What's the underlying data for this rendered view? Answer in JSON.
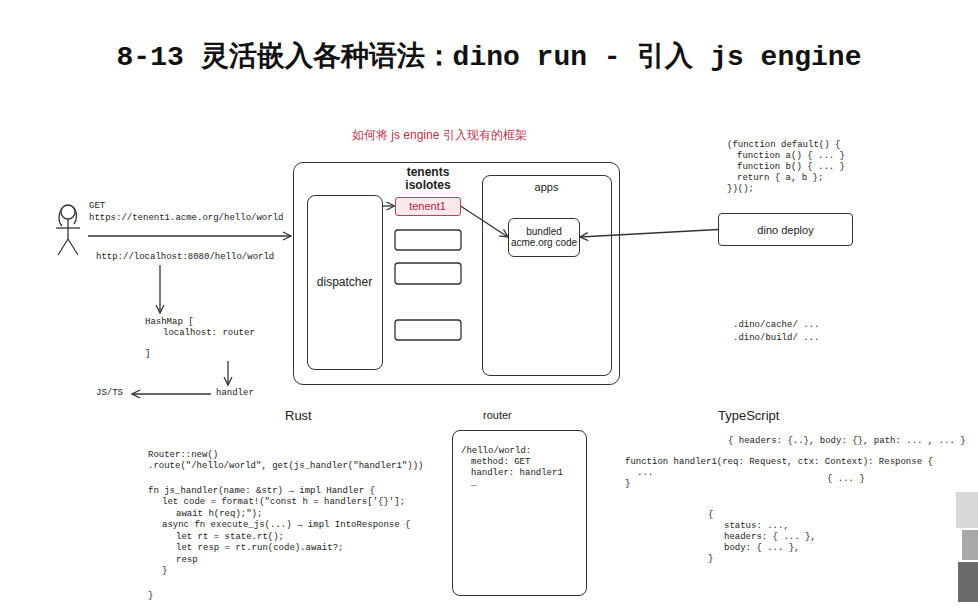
{
  "diagram": {
    "title": "8-13 灵活嵌入各种语法：dino run - 引入 js engine",
    "nodes": [
      {
        "text": []
      },
      {
        "text": [
          "dispatcher"
        ],
        "in": 0
      },
      {
        "text": [
          "tenent1"
        ],
        "in": 0
      },
      {
        "text": [
          "apps"
        ],
        "in": 0
      },
      {
        "text": [
          "bundled acme.org code"
        ],
        "in": 3
      },
      {
        "text": [
          "dino deploy"
        ]
      },
      {
        "text": [
          "router",
          "/hello/world:",
          "method: GET",
          "handler: handler1",
          "…"
        ]
      }
    ],
    "edges": [
      {
        "from": 1,
        "to": 2,
        "arrow": "to"
      },
      {
        "from": 2,
        "to": 4,
        "arrow": "to"
      },
      {
        "from": 5,
        "to": 4,
        "arrow": "to"
      }
    ],
    "labels": [
      "如何将 js engine 引入现有的框架",
      "GET",
      "https://tenent1.acme.org/hello/world",
      "http://localhost:8080/hello/world",
      "HashMap [",
      "localhost: router",
      "]",
      "handler",
      "JS/TS",
      "tenents isolotes",
      "(function default() {",
      "function a() { ... }",
      "function b() { ... }",
      "return { a, b };",
      "})();",
      ".dino/cache/ ...",
      ".dino/build/ ...",
      "Rust",
      "Router::new()",
      ".route(\"/hello/world\", get(js_handler(\"handler1\")))",
      "fn js_handler(name: &str) → impl Handler {",
      "let code = format!(\"const h = handlers['{}'];",
      "await h(req);\");",
      "async fn execute_js(...) → impl IntoResponse {",
      "let rt = state.rt();",
      "let resp = rt.run(code).await?;",
      "resp",
      "}",
      "}",
      "TypeScript",
      "{ headers: {..}, body: {}, path: ... , ... }",
      "function handler1(req: Request, ctx: Context): Response {",
      "...",
      "}",
      "{ ... }",
      "{",
      "status: ...,",
      "headers: { ... },",
      "body: { ... },",
      "}"
    ]
  }
}
